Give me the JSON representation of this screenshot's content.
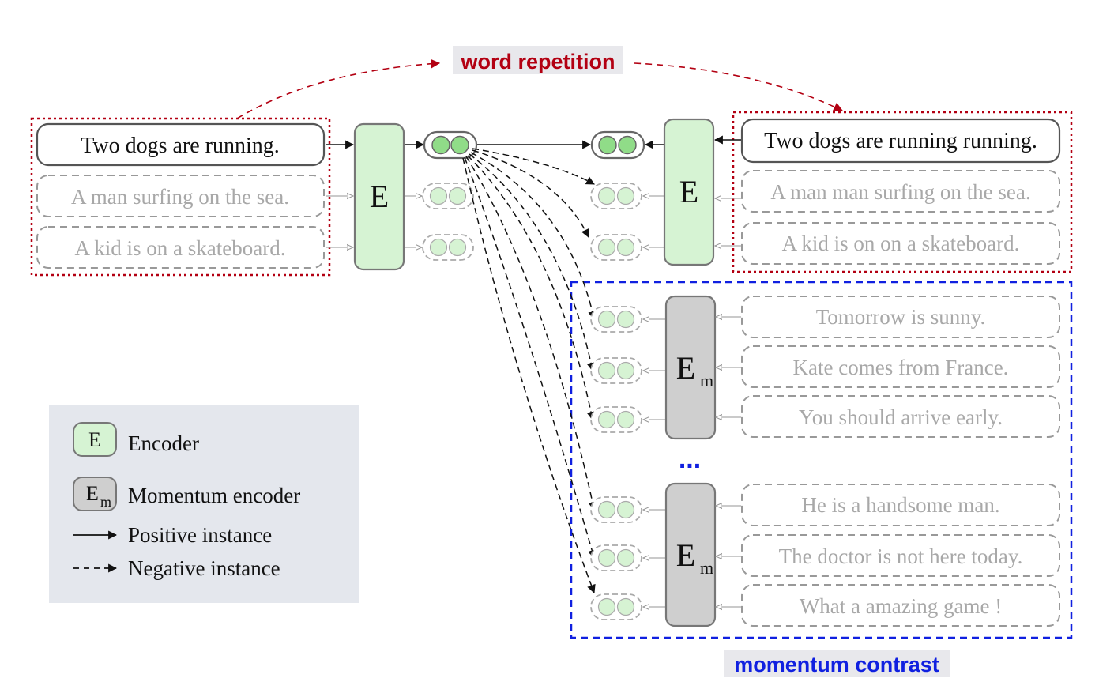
{
  "titles": {
    "word_repetition": "word repetition",
    "momentum_contrast": "momentum contrast"
  },
  "left_sentences": {
    "positive": "Two dogs are running.",
    "negatives": [
      "A man surfing on the sea.",
      "A kid is on a skateboard."
    ]
  },
  "right_sentences": {
    "positive": "Two dogs are running running.",
    "negatives": [
      "A man man surfing on the sea.",
      "A kid is on on a skateboard."
    ]
  },
  "momentum_sentences": {
    "group_1": [
      "Tomorrow is sunny.",
      "Kate comes from France.",
      "You should arrive early."
    ],
    "ellipsis": "...",
    "group_2": [
      "He is a handsome man.",
      "The doctor is not here today.",
      "What a amazing game !"
    ]
  },
  "encoders": {
    "encoder_label": "E",
    "momentum_label": "E",
    "momentum_subscript": "m"
  },
  "legend": {
    "encoder_icon": "E",
    "encoder": "Encoder",
    "momentum_icon": "E",
    "momentum_icon_sub": "m",
    "momentum_encoder": "Momentum encoder",
    "positive": "Positive instance",
    "negative": "Negative instance"
  },
  "colors": {
    "encoder_fill": "#d6f3d3",
    "momentum_fill": "#cfcfcf",
    "word_repetition": "#b30012",
    "momentum_contrast": "#1020e0",
    "legend_bg": "#e4e7ed",
    "title_bg": "#e8e8ec"
  }
}
